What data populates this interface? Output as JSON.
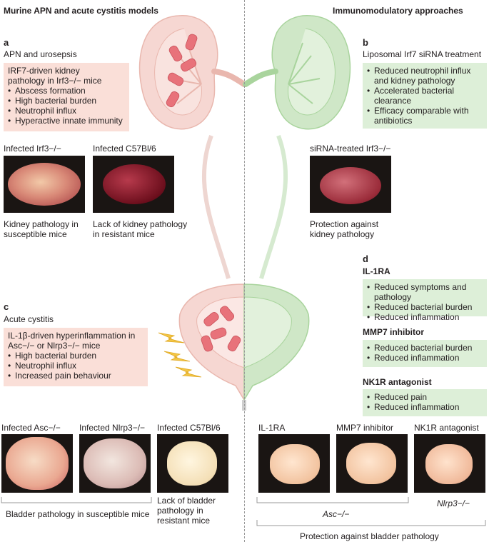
{
  "headers": {
    "left": "Murine APN and acute cystitis models",
    "right": "Immunomodulatory approaches"
  },
  "panel_a": {
    "letter": "a",
    "title": "APN and urosepsis",
    "box_intro": "IRF7-driven kidney pathology in Irf3−/− mice",
    "bullets": [
      "Abscess formation",
      "High bacterial burden",
      "Neutrophil influx",
      "Hyperactive innate immunity"
    ],
    "photos": [
      {
        "label": "Infected Irf3−/−",
        "caption": "Kidney pathology in susceptible mice"
      },
      {
        "label": "Infected C57Bl/6",
        "caption": "Lack of kidney pathology in resistant mice"
      }
    ]
  },
  "panel_b": {
    "letter": "b",
    "title": "Liposomal Irf7 siRNA treatment",
    "bullets": [
      "Reduced neutrophil influx and kidney pathology",
      "Accelerated bacterial clearance",
      "Efficacy comparable with antibiotics"
    ],
    "photo": {
      "label": "siRNA-treated Irf3−/−",
      "caption": "Protection against kidney pathology"
    }
  },
  "panel_c": {
    "letter": "c",
    "title": "Acute cystitis",
    "box_intro": "IL-1β-driven hyperinflammation in Asc−/− or Nlrp3−/− mice",
    "bullets": [
      "High bacterial burden",
      "Neutrophil influx",
      "Increased pain behaviour"
    ],
    "photos": [
      {
        "label": "Infected Asc−/−"
      },
      {
        "label": "Infected Nlrp3−/−"
      },
      {
        "label": "Infected C57Bl/6",
        "caption": "Lack of bladder pathology in resistant mice"
      }
    ],
    "group_caption": "Bladder pathology in susceptible mice"
  },
  "panel_d": {
    "letter": "d",
    "groups": [
      {
        "title": "IL-1RA",
        "bullets": [
          "Reduced symptoms and pathology",
          "Reduced bacterial burden",
          "Reduced inflammation"
        ]
      },
      {
        "title": "MMP7 inhibitor",
        "bullets": [
          "Reduced bacterial burden",
          "Reduced inflammation"
        ]
      },
      {
        "title": "NK1R antagonist",
        "bullets": [
          "Reduced pain",
          "Reduced inflammation"
        ]
      }
    ],
    "photos": [
      {
        "label": "IL-1RA"
      },
      {
        "label": "MMP7 inhibitor"
      },
      {
        "label": "NK1R antagonist"
      }
    ],
    "bracket_asc": "Asc−/−",
    "bracket_nlrp3": "Nlrp3−/−",
    "group_caption": "Protection against bladder pathology"
  },
  "colors": {
    "pink_box": "#fadfd8",
    "green_box": "#ddefd8",
    "kidney_pink": "#f4cdc7",
    "kidney_green": "#c4e2bb",
    "bacteria": "#e8727a",
    "lightning": "#f3c646"
  }
}
